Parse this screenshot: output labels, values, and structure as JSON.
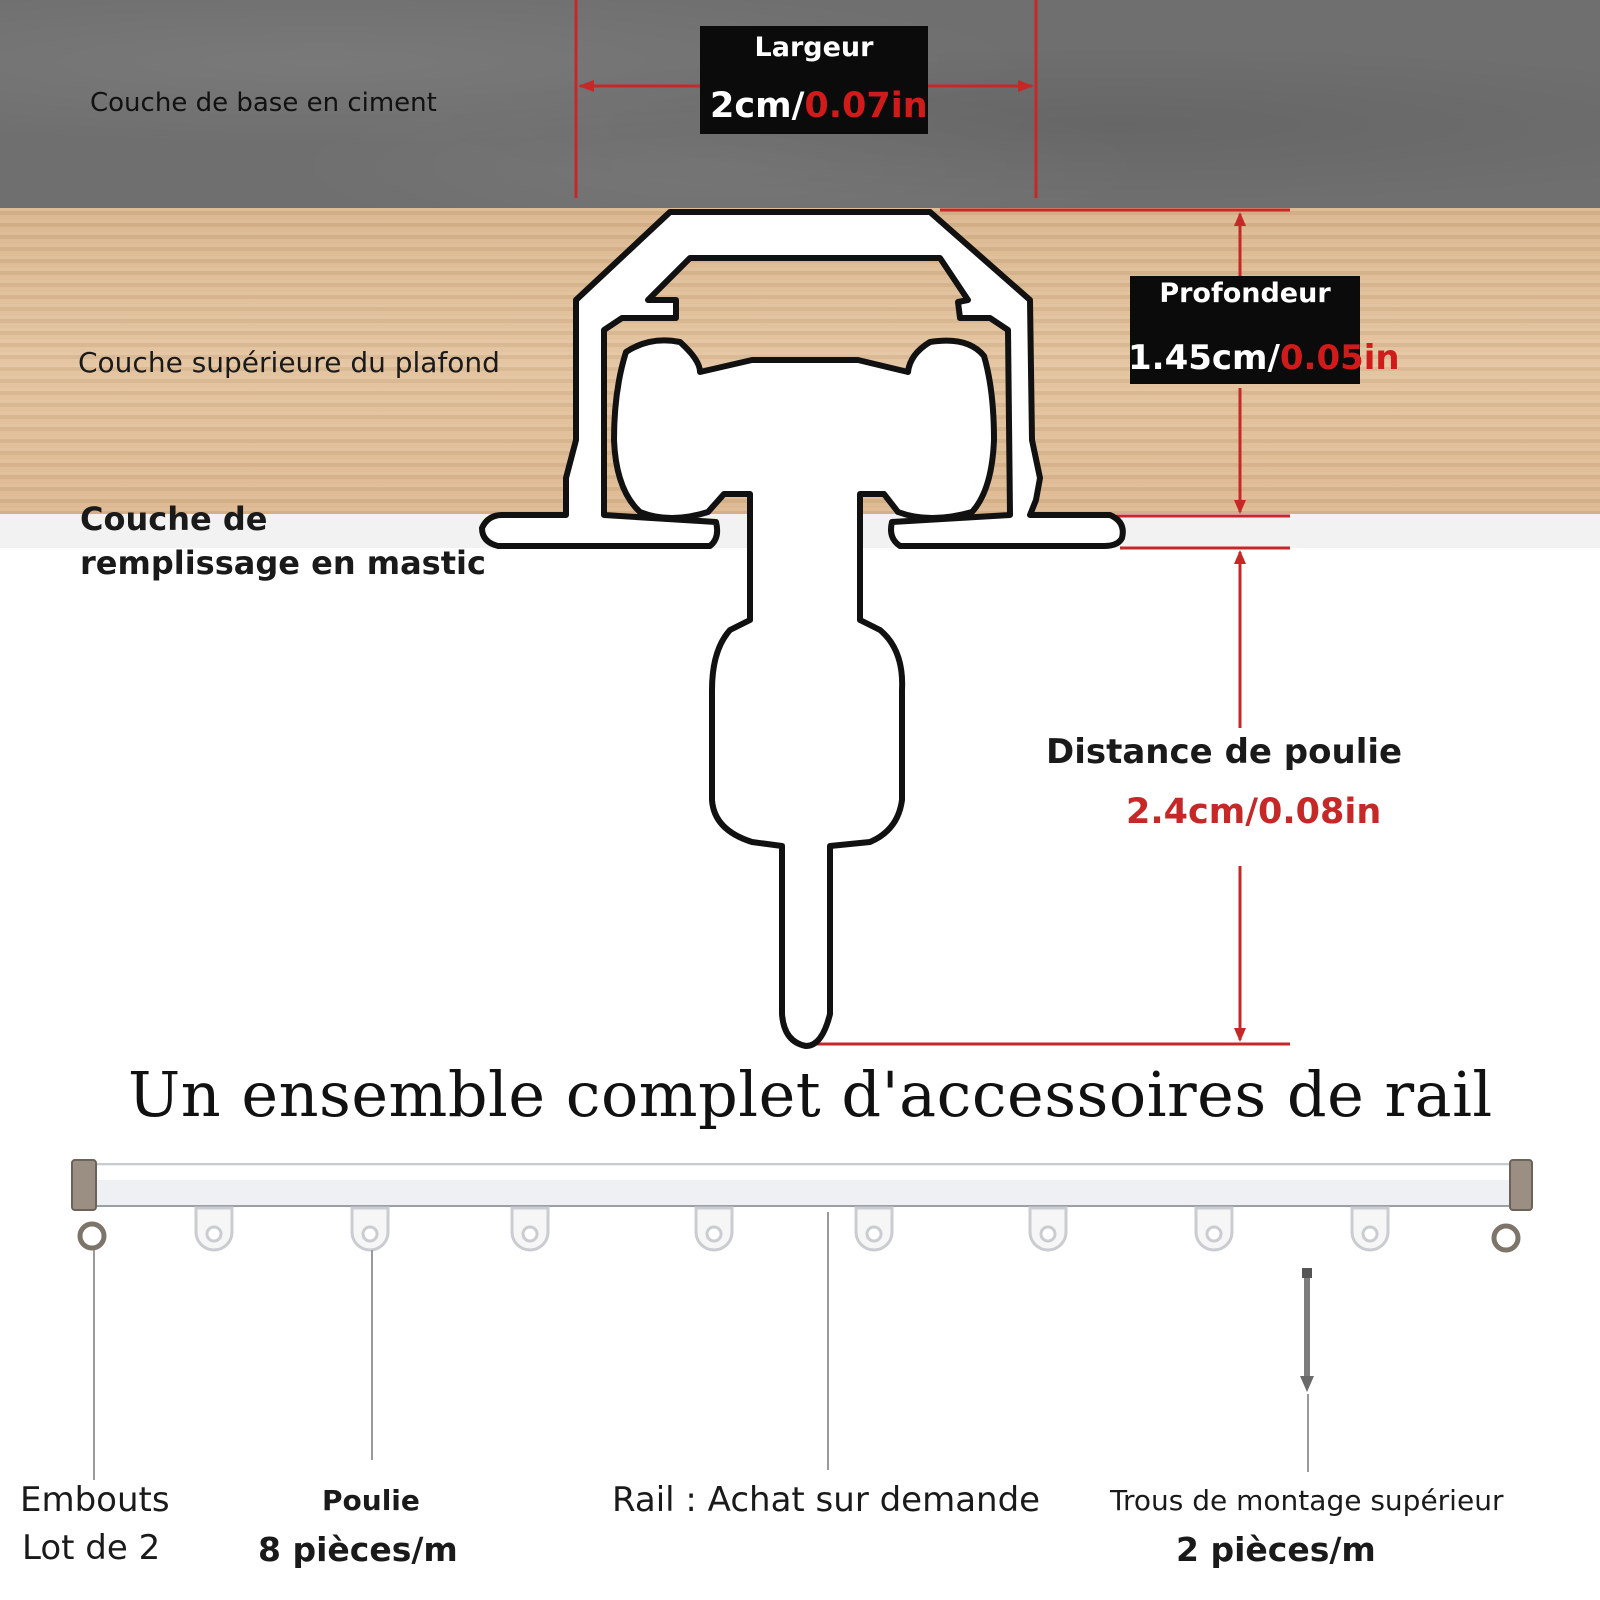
{
  "layers": {
    "cement": "Couche de base en ciment",
    "ceiling": "Couche supérieure du plafond",
    "filler_line1": "Couche de",
    "filler_line2": "remplissage en mastic"
  },
  "dimensions": {
    "width": {
      "label": "Largeur",
      "metric": "2cm/",
      "imperial": "0.07in"
    },
    "depth": {
      "label": "Profondeur",
      "metric": "1.45cm/",
      "imperial_red": "0.05",
      "imperial_unit": "in"
    },
    "pulley": {
      "label": "Distance de poulie",
      "value": "2.4cm/0.08in"
    }
  },
  "title": "Un ensemble complet d'accessoires de rail",
  "accessories": {
    "end_caps": {
      "line1": "Embouts",
      "line2": "Lot de 2"
    },
    "pulley": {
      "line1": "Poulie",
      "line2": "8 pièces/m"
    },
    "rail": {
      "line1": "Rail : Achat sur demande"
    },
    "mount_holes": {
      "line1": "Trous de montage supérieur",
      "line2": "2 pièces/m"
    }
  },
  "colors": {
    "dimension_line": "#c62828",
    "label_box": "#0b0b0b",
    "accent_text": "#d11a1a"
  }
}
